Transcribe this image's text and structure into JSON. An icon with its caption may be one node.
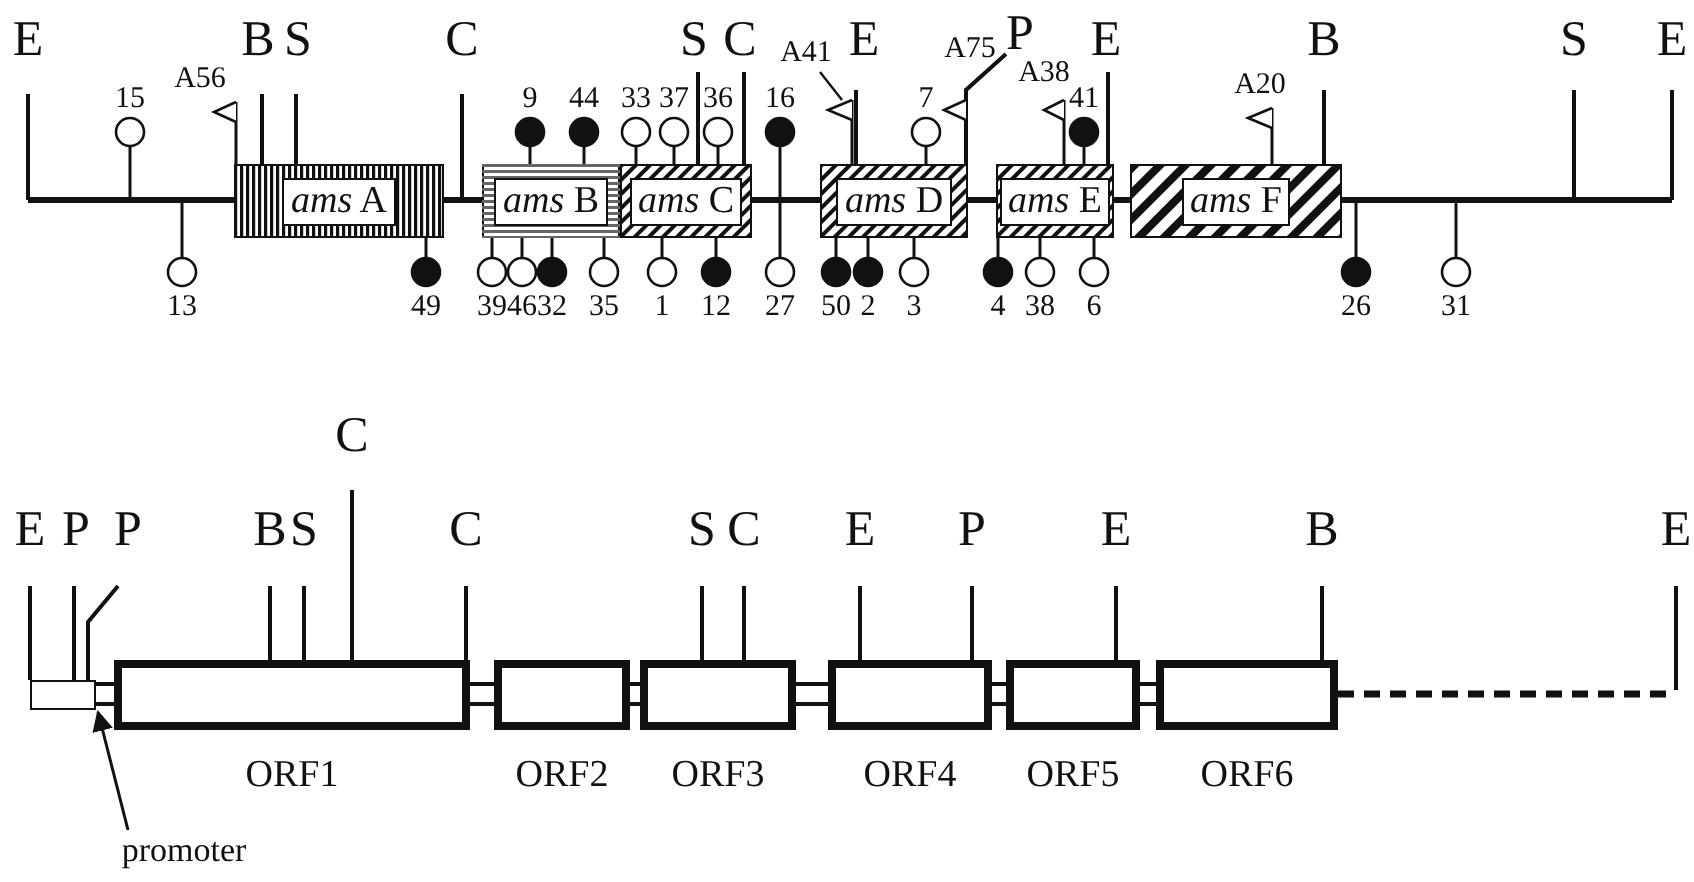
{
  "diagram": {
    "nodes": [
      {
        "text": [
          "*ams* A"
        ]
      },
      {
        "text": [
          "*ams* B"
        ]
      },
      {
        "text": [
          "*ams* C"
        ]
      },
      {
        "text": [
          "*ams* D"
        ]
      },
      {
        "text": [
          "*ams* E"
        ]
      },
      {
        "text": [
          "*ams* F"
        ]
      },
      {
        "text": [],
        "shape": "box"
      },
      {
        "text": [
          "ORF1"
        ]
      },
      {
        "text": [
          "ORF2"
        ]
      },
      {
        "text": [
          "ORF3"
        ]
      },
      {
        "text": [
          "ORF4"
        ]
      },
      {
        "text": [
          "ORF5"
        ]
      },
      {
        "text": [
          "ORF6"
        ]
      },
      {
        "text": [
          "promoter"
        ]
      }
    ],
    "edges": [
      {
        "from": null,
        "to": 0,
        "arrow": "none"
      },
      {
        "from": 0,
        "to": 1,
        "arrow": "none"
      },
      {
        "from": 2,
        "to": 3,
        "arrow": "none"
      },
      {
        "from": 3,
        "to": 4,
        "arrow": "none"
      },
      {
        "from": 4,
        "to": 5,
        "arrow": "none"
      },
      {
        "from": 5,
        "to": null,
        "arrow": "none"
      },
      {
        "from": 6,
        "to": 7,
        "arrow": "none"
      },
      {
        "from": 7,
        "to": 8,
        "arrow": "none"
      },
      {
        "from": 8,
        "to": 9,
        "arrow": "none"
      },
      {
        "from": 9,
        "to": 10,
        "arrow": "none"
      },
      {
        "from": 10,
        "to": 11,
        "arrow": "none"
      },
      {
        "from": 11,
        "to": 12,
        "arrow": "none"
      },
      {
        "from": 12,
        "to": null,
        "arrow": "none",
        "style": "dashed"
      },
      {
        "from": 13,
        "to": 6,
        "arrow": "to"
      }
    ],
    "labels": [
      "E",
      "B",
      "S",
      "C",
      "S",
      "C",
      "E",
      "P",
      "E",
      "B",
      "S",
      "E",
      "A56",
      "A41",
      "A75",
      "A38",
      "A20",
      "15",
      "9",
      "44",
      "33",
      "37",
      "36",
      "16",
      "7",
      "41",
      "13",
      "49",
      "39",
      "46",
      "32",
      "35",
      "1",
      "12",
      "27",
      "50",
      "2",
      "3",
      "4",
      "38",
      "6",
      "26",
      "31",
      "C",
      "E",
      "P",
      "P",
      "B",
      "S",
      "C",
      "S",
      "C",
      "E",
      "P",
      "E",
      "B",
      "E"
    ]
  }
}
